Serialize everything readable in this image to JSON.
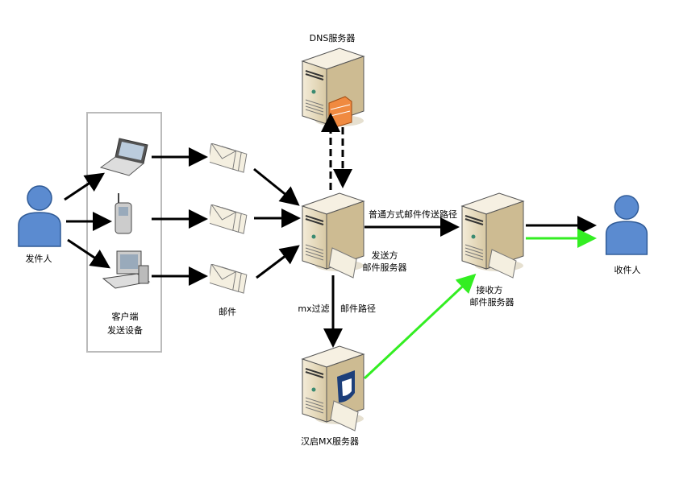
{
  "labels": {
    "dns_server": "DNS服务器",
    "sender": "发件人",
    "client_line1": "客户端",
    "client_line2": "发送设备",
    "mail": "邮件",
    "sender_server_line1": "发送方",
    "sender_server_line2": "邮件服务器",
    "normal_path": "普通方式邮件传送路径",
    "receiver_server_line1": "接收方",
    "receiver_server_line2": "邮件服务器",
    "recipient": "收件人",
    "mx_filter": "mx过滤",
    "mail_path": "邮件路径",
    "mx_server": "汉启MX服务器"
  },
  "colors": {
    "arrow": "#000000",
    "green_path": "#33ee22",
    "person": "#4f7fc0",
    "server": "#e8dcc0",
    "box_border": "#bbbbbb"
  },
  "icons": [
    "person-icon",
    "laptop-icon",
    "phone-icon",
    "desktop-icon",
    "envelope-stack-icon",
    "server-icon",
    "firewall-icon",
    "shield-icon"
  ]
}
